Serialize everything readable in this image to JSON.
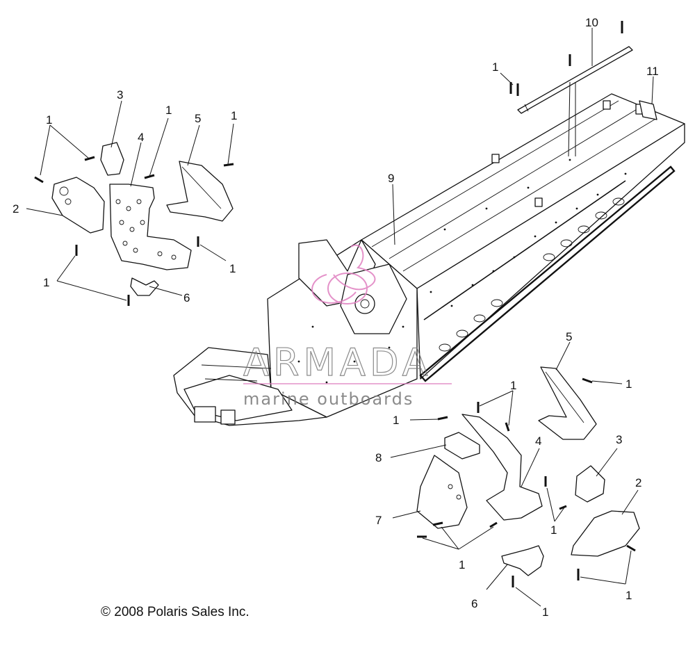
{
  "copyright": "© 2008 Polaris Sales Inc.",
  "watermark": {
    "brand": "ARMADA",
    "tagline": "marine outboards",
    "logo_color": "#e07fc0",
    "text_color": "#777777"
  },
  "callouts": [
    {
      "id": "c1a",
      "label": "1"
    },
    {
      "id": "c1b",
      "label": "1"
    },
    {
      "id": "c1c",
      "label": "1"
    },
    {
      "id": "c1d",
      "label": "1"
    },
    {
      "id": "c1e",
      "label": "1"
    },
    {
      "id": "c1f",
      "label": "1"
    },
    {
      "id": "c1g",
      "label": "1"
    },
    {
      "id": "c1h",
      "label": "1"
    },
    {
      "id": "c1i",
      "label": "1"
    },
    {
      "id": "c1j",
      "label": "1"
    },
    {
      "id": "c1k",
      "label": "1"
    },
    {
      "id": "c1l",
      "label": "1"
    },
    {
      "id": "c1m",
      "label": "1"
    },
    {
      "id": "c1n",
      "label": "1"
    },
    {
      "id": "c2a",
      "label": "2"
    },
    {
      "id": "c2b",
      "label": "2"
    },
    {
      "id": "c3a",
      "label": "3"
    },
    {
      "id": "c3b",
      "label": "3"
    },
    {
      "id": "c4a",
      "label": "4"
    },
    {
      "id": "c4b",
      "label": "4"
    },
    {
      "id": "c5a",
      "label": "5"
    },
    {
      "id": "c5b",
      "label": "5"
    },
    {
      "id": "c6a",
      "label": "6"
    },
    {
      "id": "c6b",
      "label": "6"
    },
    {
      "id": "c7",
      "label": "7"
    },
    {
      "id": "c8",
      "label": "8"
    },
    {
      "id": "c9",
      "label": "9"
    },
    {
      "id": "c10",
      "label": "10"
    },
    {
      "id": "c11",
      "label": "11"
    }
  ]
}
